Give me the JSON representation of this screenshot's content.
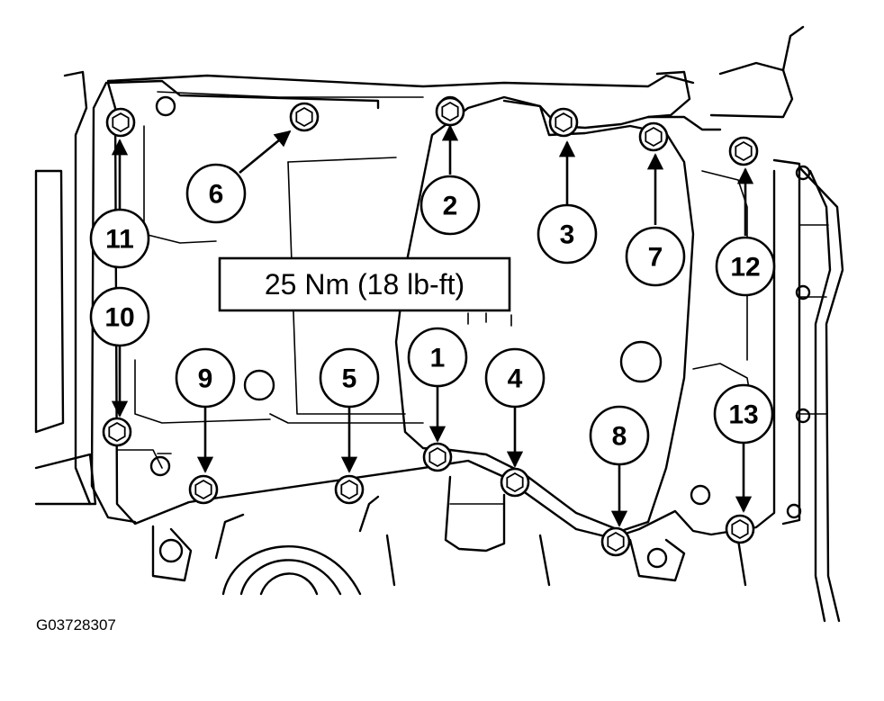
{
  "diagram": {
    "torque_label": "25 Nm (18 lb-ft)",
    "reference_code": "G03728307",
    "callouts": [
      {
        "number": "1"
      },
      {
        "number": "2"
      },
      {
        "number": "3"
      },
      {
        "number": "4"
      },
      {
        "number": "5"
      },
      {
        "number": "6"
      },
      {
        "number": "7"
      },
      {
        "number": "8"
      },
      {
        "number": "9"
      },
      {
        "number": "10"
      },
      {
        "number": "11"
      },
      {
        "number": "12"
      },
      {
        "number": "13"
      }
    ]
  }
}
